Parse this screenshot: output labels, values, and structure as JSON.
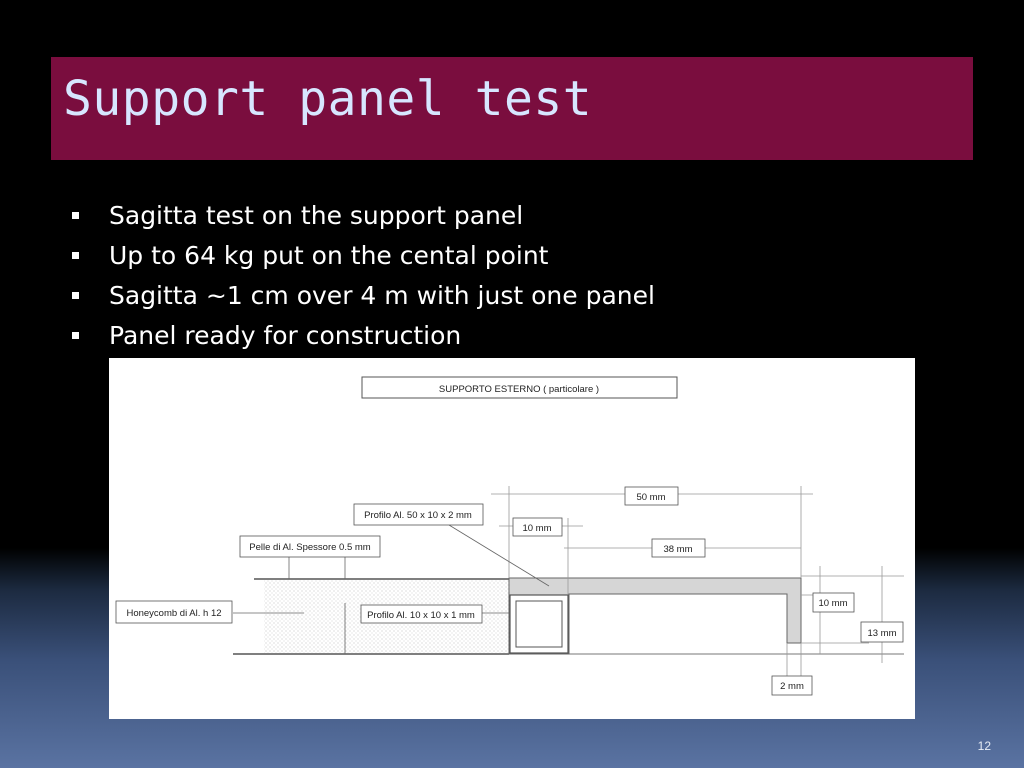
{
  "slide": {
    "title": "Support panel test",
    "bullets": [
      "Sagitta test on the support panel",
      "Up to 64 kg put on the cental point",
      "Sagitta ~1 cm over 4 m with just one panel",
      "Panel ready for construction"
    ],
    "page_number": "12"
  },
  "drawing": {
    "header": "SUPPORTO ESTERNO ( particolare )",
    "labels": {
      "profilo_50": "Profilo Al. 50 x 10 x 2 mm",
      "pelle": "Pelle di Al. Spessore 0.5 mm",
      "honeycomb": "Honeycomb di Al. h 12",
      "profilo_10": "Profilo Al. 10 x 10 x 1 mm"
    },
    "dimensions": {
      "d50": "50 mm",
      "d10_top": "10 mm",
      "d38": "38 mm",
      "d10_right": "10 mm",
      "d13": "13 mm",
      "d2": "2 mm"
    }
  },
  "colors": {
    "title_bar": "#7a0d3e",
    "title_text": "#d7e6ff"
  }
}
